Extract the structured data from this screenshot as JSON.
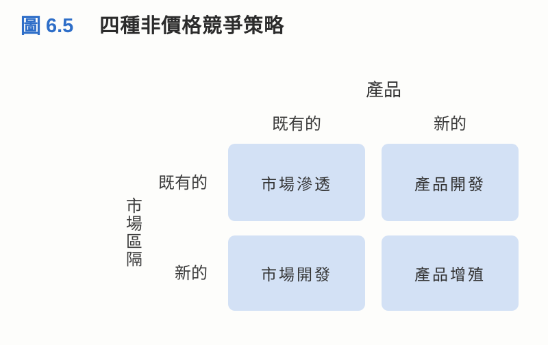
{
  "title": {
    "figure_label": "圖",
    "figure_number": "6.5",
    "text": "四種非價格競爭策略"
  },
  "matrix": {
    "product_axis_label": "產品",
    "market_axis_label": "市場區隔",
    "column_labels": [
      "既有的",
      "新的"
    ],
    "row_labels": [
      "既有的",
      "新的"
    ],
    "cells": [
      [
        "市場滲透",
        "產品開發"
      ],
      [
        "市場開發",
        "產品增殖"
      ]
    ]
  },
  "colors": {
    "accent": "#2e6ec8",
    "cell_fill": "#d3e1f5",
    "page_background": "#fdfdfb"
  }
}
